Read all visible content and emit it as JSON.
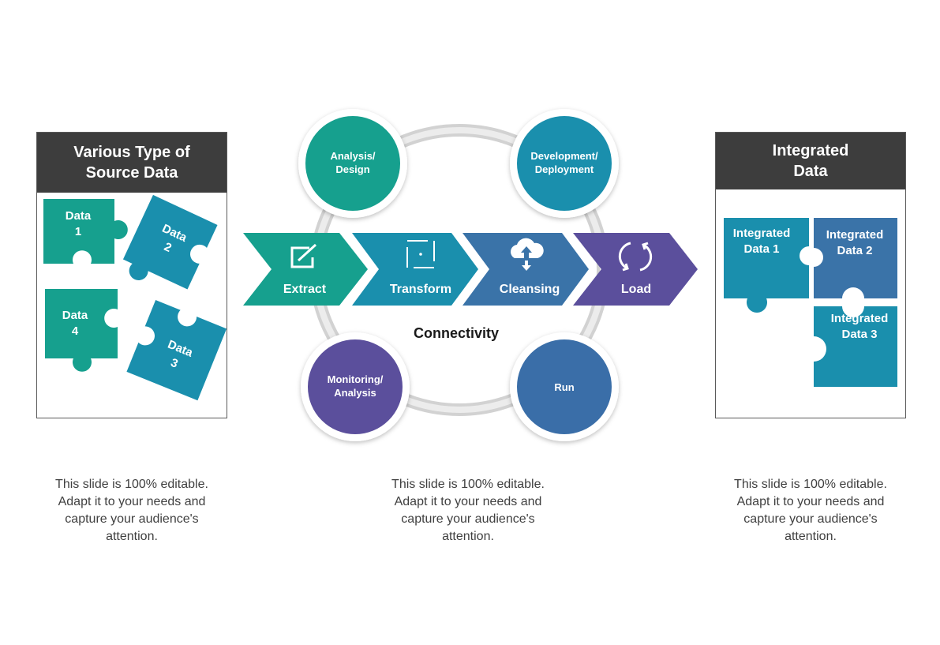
{
  "left_panel": {
    "title_lines": [
      "Various Type of",
      "Source Data"
    ],
    "pieces": [
      {
        "lines": [
          "Data",
          "1"
        ],
        "color": "#16a08e"
      },
      {
        "lines": [
          "Data",
          "2"
        ],
        "color": "#1a8fad"
      },
      {
        "lines": [
          "Data",
          "4"
        ],
        "color": "#16a08e"
      },
      {
        "lines": [
          "Data",
          "3"
        ],
        "color": "#1a8fad"
      }
    ]
  },
  "right_panel": {
    "title_lines": [
      "Integrated",
      "Data"
    ],
    "pieces": [
      {
        "lines": [
          "Integrated",
          "Data 1"
        ],
        "color": "#1a8fad"
      },
      {
        "lines": [
          "Integrated",
          "Data 2"
        ],
        "color": "#3a73a8"
      },
      {
        "lines": [
          "Integrated",
          "Data 3"
        ],
        "color": "#1a8fad"
      }
    ]
  },
  "cycle": {
    "center_label": "Connectivity",
    "nodes": [
      {
        "lines": [
          "Analysis/",
          "Design"
        ],
        "color": "#16a08e"
      },
      {
        "lines": [
          "Development/",
          "Deployment"
        ],
        "color": "#1a8fad"
      },
      {
        "lines": [
          "Monitoring/",
          "Analysis"
        ],
        "color": "#5b4f9c"
      },
      {
        "lines": [
          "Run"
        ],
        "color": "#3a6ea8"
      }
    ]
  },
  "process": [
    {
      "label": "Extract",
      "icon": "edit-icon",
      "color": "#16a08e"
    },
    {
      "label": "Transform",
      "icon": "transform-icon",
      "color": "#1a8fad"
    },
    {
      "label": "Cleansing",
      "icon": "cloud-icon",
      "color": "#3a73a8"
    },
    {
      "label": "Load",
      "icon": "refresh-icon",
      "color": "#5b4f9c"
    }
  ],
  "captions": [
    [
      "This slide is 100% editable.",
      "Adapt it to your needs and",
      "capture your audience's",
      "attention."
    ],
    [
      "This slide is 100% editable.",
      "Adapt it to your needs and",
      "capture your audience's",
      "attention."
    ],
    [
      "This slide is 100% editable.",
      "Adapt it to your needs and",
      "capture your audience's",
      "attention."
    ]
  ]
}
